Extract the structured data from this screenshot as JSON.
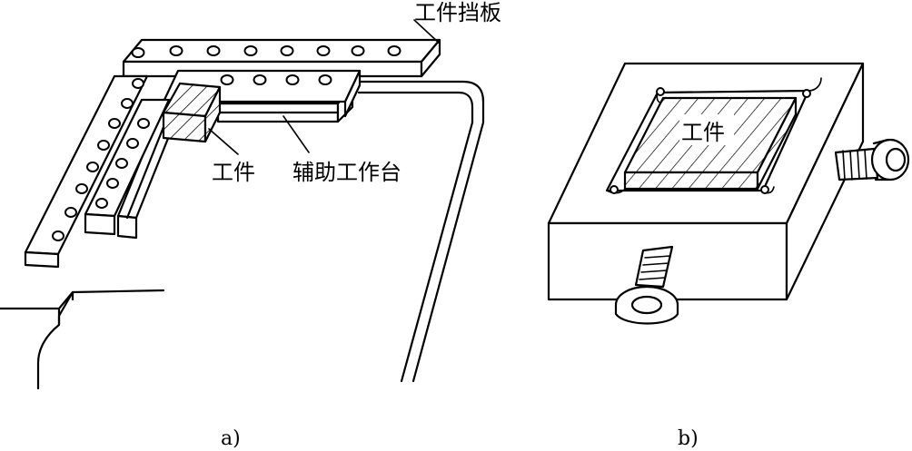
{
  "panel_a": {
    "label_baffle": "工件挡板",
    "label_workpiece": "工件",
    "label_aux_table": "辅助工作台",
    "caption": "a)"
  },
  "panel_b": {
    "label_workpiece": "工件",
    "caption": "b)"
  }
}
